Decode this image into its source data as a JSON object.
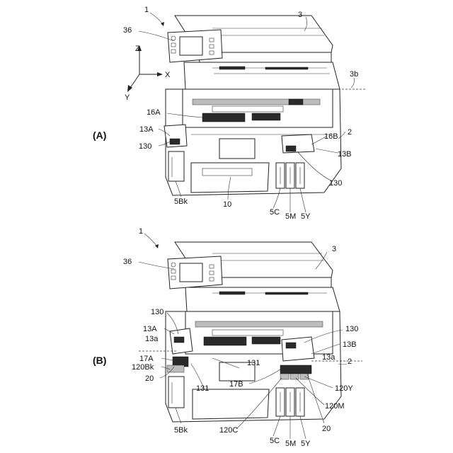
{
  "figure_a": {
    "panel_label": "(A)",
    "labels": {
      "printer": "1",
      "scanner_cover": "3",
      "scanner_axis": "3b",
      "operation_panel": "36",
      "axis_z": "Z",
      "axis_x": "X",
      "axis_y": "Y",
      "carriage_left": "16A",
      "cover_left": "13A",
      "cap_left": "130",
      "carriage_right": "16B",
      "housing": "2",
      "cover_right": "13B",
      "cap_right": "130",
      "tank_black": "5Bk",
      "tray": "10",
      "tank_cyan": "5C",
      "tank_magenta": "5M",
      "tank_yellow": "5Y"
    }
  },
  "figure_b": {
    "panel_label": "(B)",
    "labels": {
      "printer": "1",
      "scanner_cover": "3",
      "operation_panel": "36",
      "cap_left": "130",
      "cover_left": "13A",
      "cover_left_axis": "13a",
      "lever_left": "17A",
      "port_black": "120Bk",
      "cartridge_left": "20",
      "joint_131_upper": "131",
      "joint_131_lower": "131",
      "cap_right": "130",
      "cover_right": "13B",
      "cover_right_axis": "13a",
      "housing": "2",
      "lever_right": "17B",
      "port_yellow": "120Y",
      "port_magenta": "120M",
      "port_cyan": "120C",
      "cartridge_right": "20",
      "tank_black": "5Bk",
      "tank_cyan": "5C",
      "tank_magenta": "5M",
      "tank_yellow": "5Y"
    }
  }
}
